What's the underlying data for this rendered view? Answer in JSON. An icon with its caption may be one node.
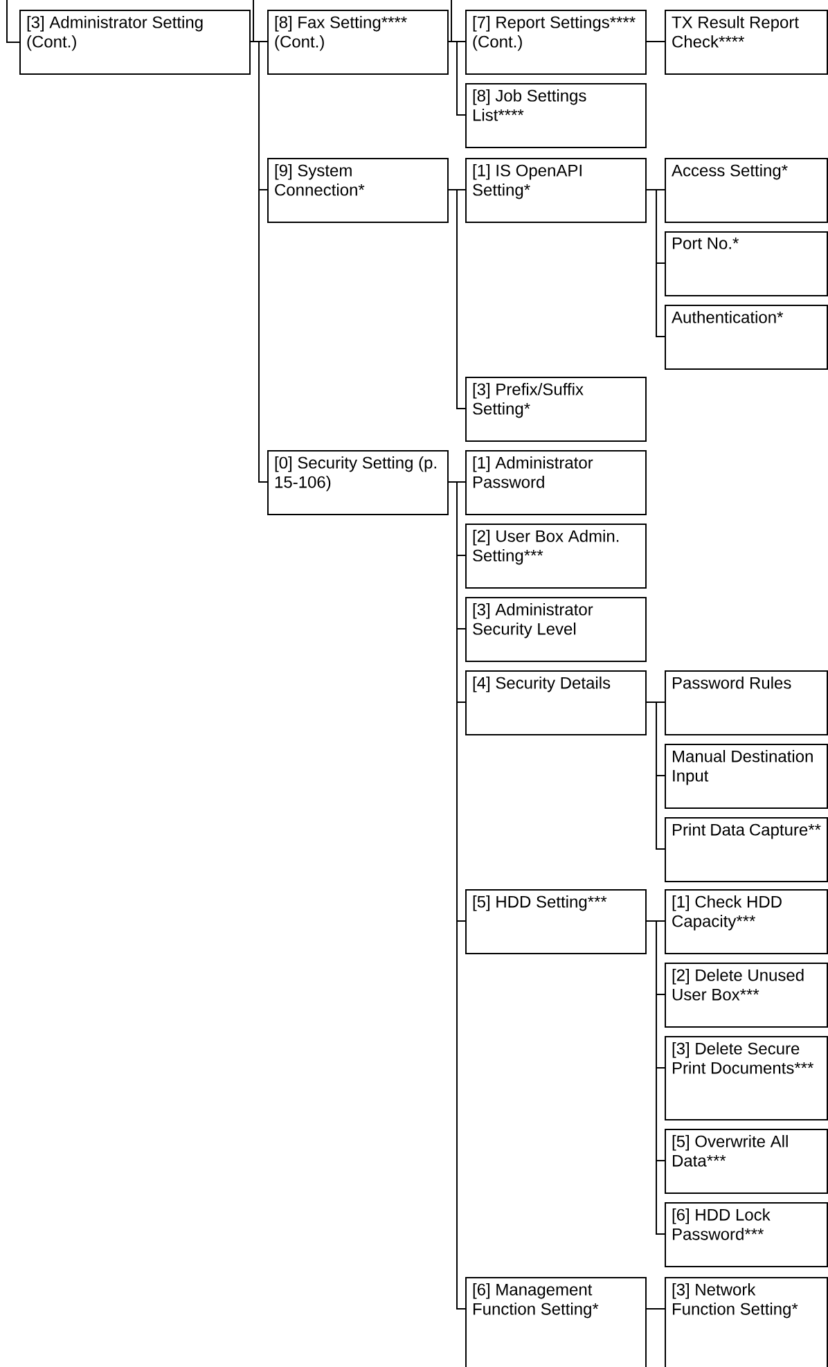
{
  "diagram": {
    "nodes": [
      {
        "text": [
          "[3] Administrator Setting (Cont.)"
        ]
      },
      {
        "text": [
          "[8] Fax Setting**** (Cont.)"
        ]
      },
      {
        "text": [
          "[7] Report Settings**** (Cont.)"
        ]
      },
      {
        "text": [
          "TX Result Report Check****"
        ]
      },
      {
        "text": [
          "[8] Job Settings List****"
        ]
      },
      {
        "text": [
          "[9] System Connection*"
        ]
      },
      {
        "text": [
          "[1] IS OpenAPI Setting*"
        ]
      },
      {
        "text": [
          "Access Setting*"
        ]
      },
      {
        "text": [
          "Port No.*"
        ]
      },
      {
        "text": [
          "Authentication*"
        ]
      },
      {
        "text": [
          "[3] Prefix/Suffix Setting*"
        ]
      },
      {
        "text": [
          "[0] Security Setting (p. 15-106)"
        ]
      },
      {
        "text": [
          "[1] Administrator Password"
        ]
      },
      {
        "text": [
          "[2] User Box Admin. Setting***"
        ]
      },
      {
        "text": [
          "[3] Administrator Security Level"
        ]
      },
      {
        "text": [
          "[4] Security Details"
        ]
      },
      {
        "text": [
          "Password Rules"
        ]
      },
      {
        "text": [
          "Manual Destination Input"
        ]
      },
      {
        "text": [
          "Print Data Capture**"
        ]
      },
      {
        "text": [
          "[5] HDD Setting***"
        ]
      },
      {
        "text": [
          "[1] Check HDD Capacity***"
        ]
      },
      {
        "text": [
          "[2] Delete Unused User Box***"
        ]
      },
      {
        "text": [
          "[3] Delete Secure Print Documents***"
        ]
      },
      {
        "text": [
          "[5] Overwrite All Data***"
        ]
      },
      {
        "text": [
          "[6] HDD Lock Password***"
        ]
      },
      {
        "text": [
          "[6] Management Function Setting*"
        ]
      },
      {
        "text": [
          "[3] Network Function Setting*"
        ]
      }
    ],
    "edges": [
      {
        "from": null,
        "to": 0,
        "arrow": "none"
      },
      {
        "from": 0,
        "to": 1,
        "arrow": "none"
      },
      {
        "from": 0,
        "to": 5,
        "arrow": "none"
      },
      {
        "from": 0,
        "to": 11,
        "arrow": "none"
      },
      {
        "from": 1,
        "to": 2,
        "arrow": "none"
      },
      {
        "from": 1,
        "to": 4,
        "arrow": "none"
      },
      {
        "from": 2,
        "to": 3,
        "arrow": "none"
      },
      {
        "from": 5,
        "to": 6,
        "arrow": "none"
      },
      {
        "from": 5,
        "to": 10,
        "arrow": "none"
      },
      {
        "from": 6,
        "to": 7,
        "arrow": "none"
      },
      {
        "from": 6,
        "to": 8,
        "arrow": "none"
      },
      {
        "from": 6,
        "to": 9,
        "arrow": "none"
      },
      {
        "from": 11,
        "to": 12,
        "arrow": "none"
      },
      {
        "from": 11,
        "to": 13,
        "arrow": "none"
      },
      {
        "from": 11,
        "to": 14,
        "arrow": "none"
      },
      {
        "from": 11,
        "to": 15,
        "arrow": "none"
      },
      {
        "from": 11,
        "to": 19,
        "arrow": "none"
      },
      {
        "from": 11,
        "to": 25,
        "arrow": "none"
      },
      {
        "from": 15,
        "to": 16,
        "arrow": "none"
      },
      {
        "from": 15,
        "to": 17,
        "arrow": "none"
      },
      {
        "from": 15,
        "to": 18,
        "arrow": "none"
      },
      {
        "from": 19,
        "to": 20,
        "arrow": "none"
      },
      {
        "from": 19,
        "to": 21,
        "arrow": "none"
      },
      {
        "from": 19,
        "to": 22,
        "arrow": "none"
      },
      {
        "from": 19,
        "to": 23,
        "arrow": "none"
      },
      {
        "from": 19,
        "to": 24,
        "arrow": "none"
      },
      {
        "from": 25,
        "to": 26,
        "arrow": "none"
      }
    ]
  }
}
